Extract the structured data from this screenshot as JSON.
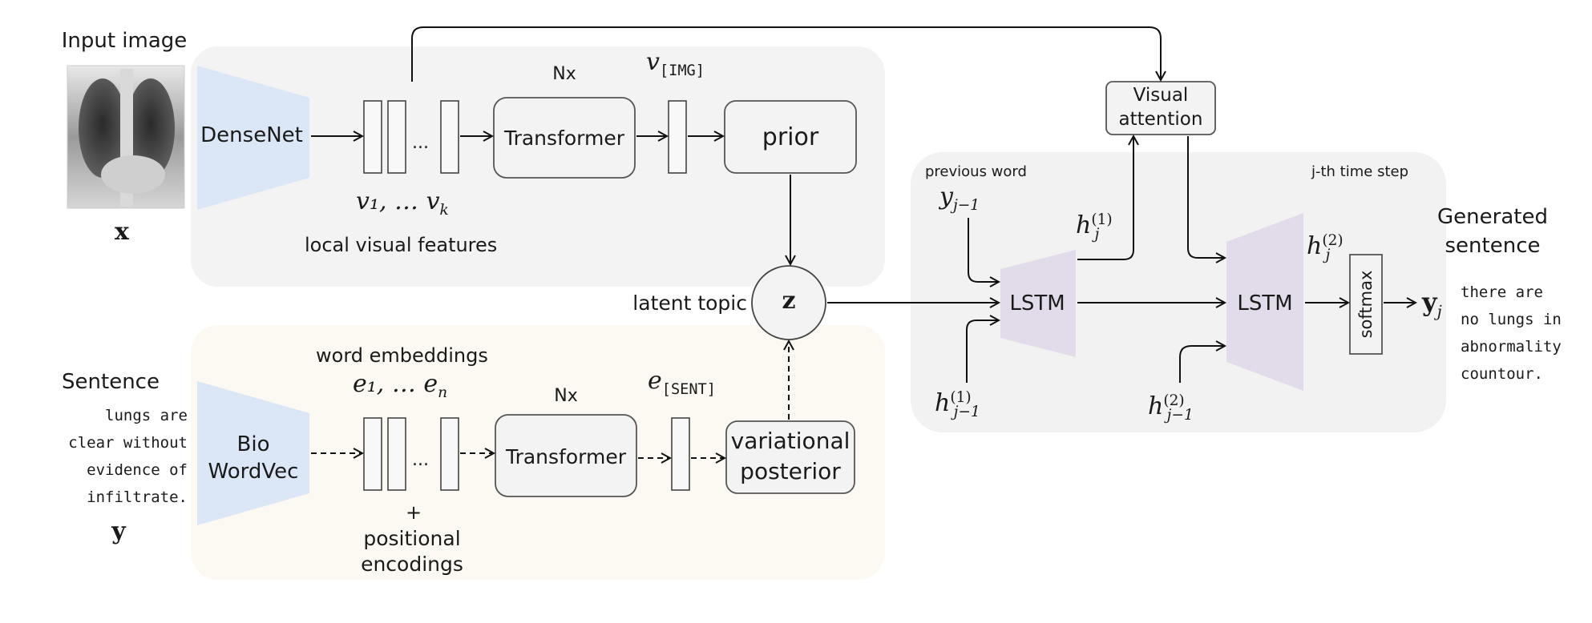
{
  "input_image": {
    "caption": "Input image",
    "symbol": "x"
  },
  "encoders": {
    "image_encoder": "DenseNet",
    "text_encoder": [
      "Bio",
      "WordVec"
    ]
  },
  "image_branch": {
    "features_label": "v₁, … v",
    "features_sub": "k",
    "features_caption": "local visual features",
    "ellipsis": "...",
    "transformer": "Transformer",
    "repeat": "Nx",
    "cls_token": "v",
    "cls_token_sub": "[IMG]",
    "prior": "prior"
  },
  "text_branch": {
    "caption": "word embeddings",
    "features_label": "e₁, … e",
    "features_sub": "n",
    "ellipsis": "...",
    "plus": "+",
    "positional": [
      "positional",
      "encodings"
    ],
    "transformer": "Transformer",
    "repeat": "Nx",
    "cls_token": "e",
    "cls_token_sub": "[SENT]",
    "posterior": [
      "variational",
      "posterior"
    ]
  },
  "sentence": {
    "caption": "Sentence",
    "lines": [
      "lungs are",
      "clear without",
      "evidence of",
      "infiltrate."
    ],
    "symbol": "y"
  },
  "latent": {
    "caption": "latent topic",
    "symbol": "z"
  },
  "decoder": {
    "attention": [
      "Visual",
      "attention"
    ],
    "previous_word": "previous word",
    "time_step": "j-th time step",
    "y_prev": "y",
    "y_prev_sub": "j−1",
    "h1": "h",
    "h1_sup": "(1)",
    "h1_sub": "j",
    "h1_prev": "h",
    "h1_prev_sup": "(1)",
    "h1_prev_sub": "j−1",
    "h2": "h",
    "h2_sup": "(2)",
    "h2_sub": "j",
    "h2_prev": "h",
    "h2_prev_sup": "(2)",
    "h2_prev_sub": "j−1",
    "lstm1": "LSTM",
    "lstm2": "LSTM",
    "softmax": "softmax",
    "output": "y",
    "output_sub": "j"
  },
  "generated": {
    "caption": [
      "Generated",
      "sentence"
    ],
    "lines": [
      "there are",
      "no lungs in",
      "abnormality",
      "countour."
    ]
  }
}
